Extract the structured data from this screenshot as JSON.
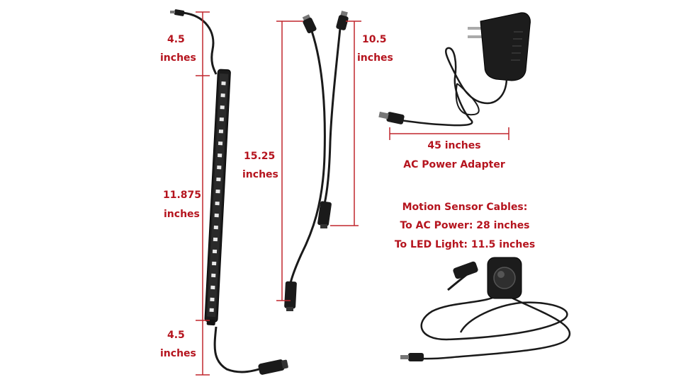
{
  "colors": {
    "accent": "#b5141e",
    "dimension_line": "#c0272d",
    "product": "#1a1a1a"
  },
  "labels": {
    "top_cable_value": "4.5",
    "top_cable_unit": "inches",
    "strip_value": "11.875",
    "strip_unit": "inches",
    "bottom_cable_value": "4.5",
    "bottom_cable_unit": "inches",
    "splitter_long_value": "15.25",
    "splitter_long_unit": "inches",
    "splitter_short_value": "10.5",
    "splitter_short_unit": "inches",
    "adapter_length": "45 inches",
    "adapter_name": "AC Power Adapter",
    "motion_title": "Motion Sensor Cables:",
    "motion_ac": "To AC Power: 28 inches",
    "motion_led": "To LED Light: 11.5 inches"
  },
  "products": [
    "led-light-bar",
    "splitter-cable",
    "ac-power-adapter",
    "motion-sensor"
  ]
}
